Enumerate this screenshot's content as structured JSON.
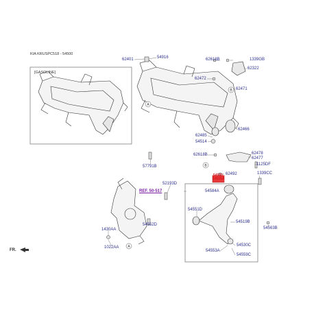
{
  "header": {
    "title": "KIA KRUSPC518 - 54500"
  },
  "variant_label": "[GASOLINE]",
  "direction_label": "FR.",
  "callouts": {
    "circle_a": "A",
    "circle_b": "B"
  },
  "part_labels": {
    "p62401": "62401",
    "p54916": "54916",
    "p62618b_top": "62618B",
    "p1339gb": "1339GB",
    "p62322": "62322",
    "p62472": "62472",
    "p62471": "62471",
    "p62466": "62466",
    "p62485": "62485",
    "p54514": "54514",
    "p62618b_mid": "62618B",
    "p57791b": "57791B",
    "p62478": "62478",
    "p62477": "62477",
    "p1125df": "1125DF",
    "p62492": "62492",
    "p1339cc": "1339CC",
    "p52193d": "52193D",
    "p54584a": "54584A",
    "p54551d": "54551D",
    "p54519b": "54519B",
    "p54563b": "54563B",
    "p54552d": "54552D",
    "p1430aa": "1430AA",
    "p1022aa": "1022AA",
    "p54553a": "54553A",
    "p54530c": "54530C",
    "p54559c": "54559C",
    "highlight_top": "54500",
    "highlight_bottom": "54501A"
  },
  "reference": "REF. 50-517"
}
